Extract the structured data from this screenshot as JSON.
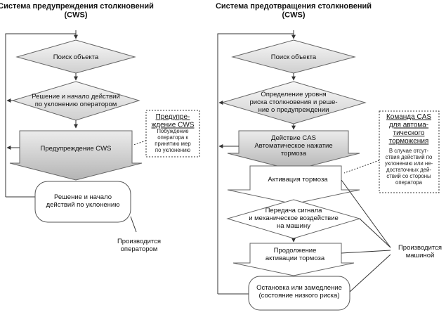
{
  "left": {
    "title": [
      "Система предупреждения столкновений",
      "(CWS)"
    ],
    "search": [
      "Поиск объекта"
    ],
    "decision": [
      "Решение и начало действий",
      "по уклонению оператором"
    ],
    "warning": [
      "Предупреждение CWS"
    ],
    "evade": [
      "Решение и начало",
      "действий по уклонению"
    ],
    "note_title": [
      "Предупре-",
      "ждение CWS"
    ],
    "note_body": [
      "Побуждение",
      "оператора к",
      "принятию мер",
      "по уклонению"
    ],
    "label": [
      "Производится",
      "оператором"
    ]
  },
  "right": {
    "title": [
      "Система предотвращения столкновений",
      "(CWS)"
    ],
    "search": [
      "Поиск объекта"
    ],
    "risk": [
      "Определение уровня",
      "риска столкновения и реше-",
      "ние о предупреждении"
    ],
    "cas": [
      "Действие CAS",
      "Автоматическое нажатие",
      "тормоза"
    ],
    "brake": [
      "Активация тормоза"
    ],
    "transfer": [
      "Передача сигнала",
      "и механическое воздействие",
      "на машину"
    ],
    "continue": [
      "Продолжение",
      "активации тормоза"
    ],
    "stop": [
      "Остановка или замедление",
      "(состояние низкого риска)"
    ],
    "note_title": [
      "Команда CAS",
      "для автома-",
      "тического",
      "торможения"
    ],
    "note_body": [
      "В случае отсут-",
      "ствия действий по",
      "уклонению или не-",
      "достаточных дей-",
      "ствий со стороны",
      "оператора"
    ],
    "label": [
      "Производится",
      "машиной"
    ]
  }
}
